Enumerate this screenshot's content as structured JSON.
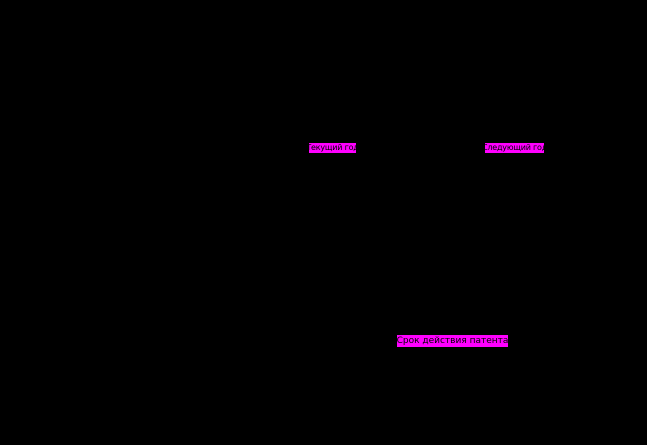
{
  "labels": {
    "current_year": "Текущий год",
    "next_year": "Следующий год",
    "patent_term": "Срок действия патента"
  },
  "colors": {
    "background": "#000000",
    "label_background": "#ff00ff",
    "label_text": "#000000"
  }
}
